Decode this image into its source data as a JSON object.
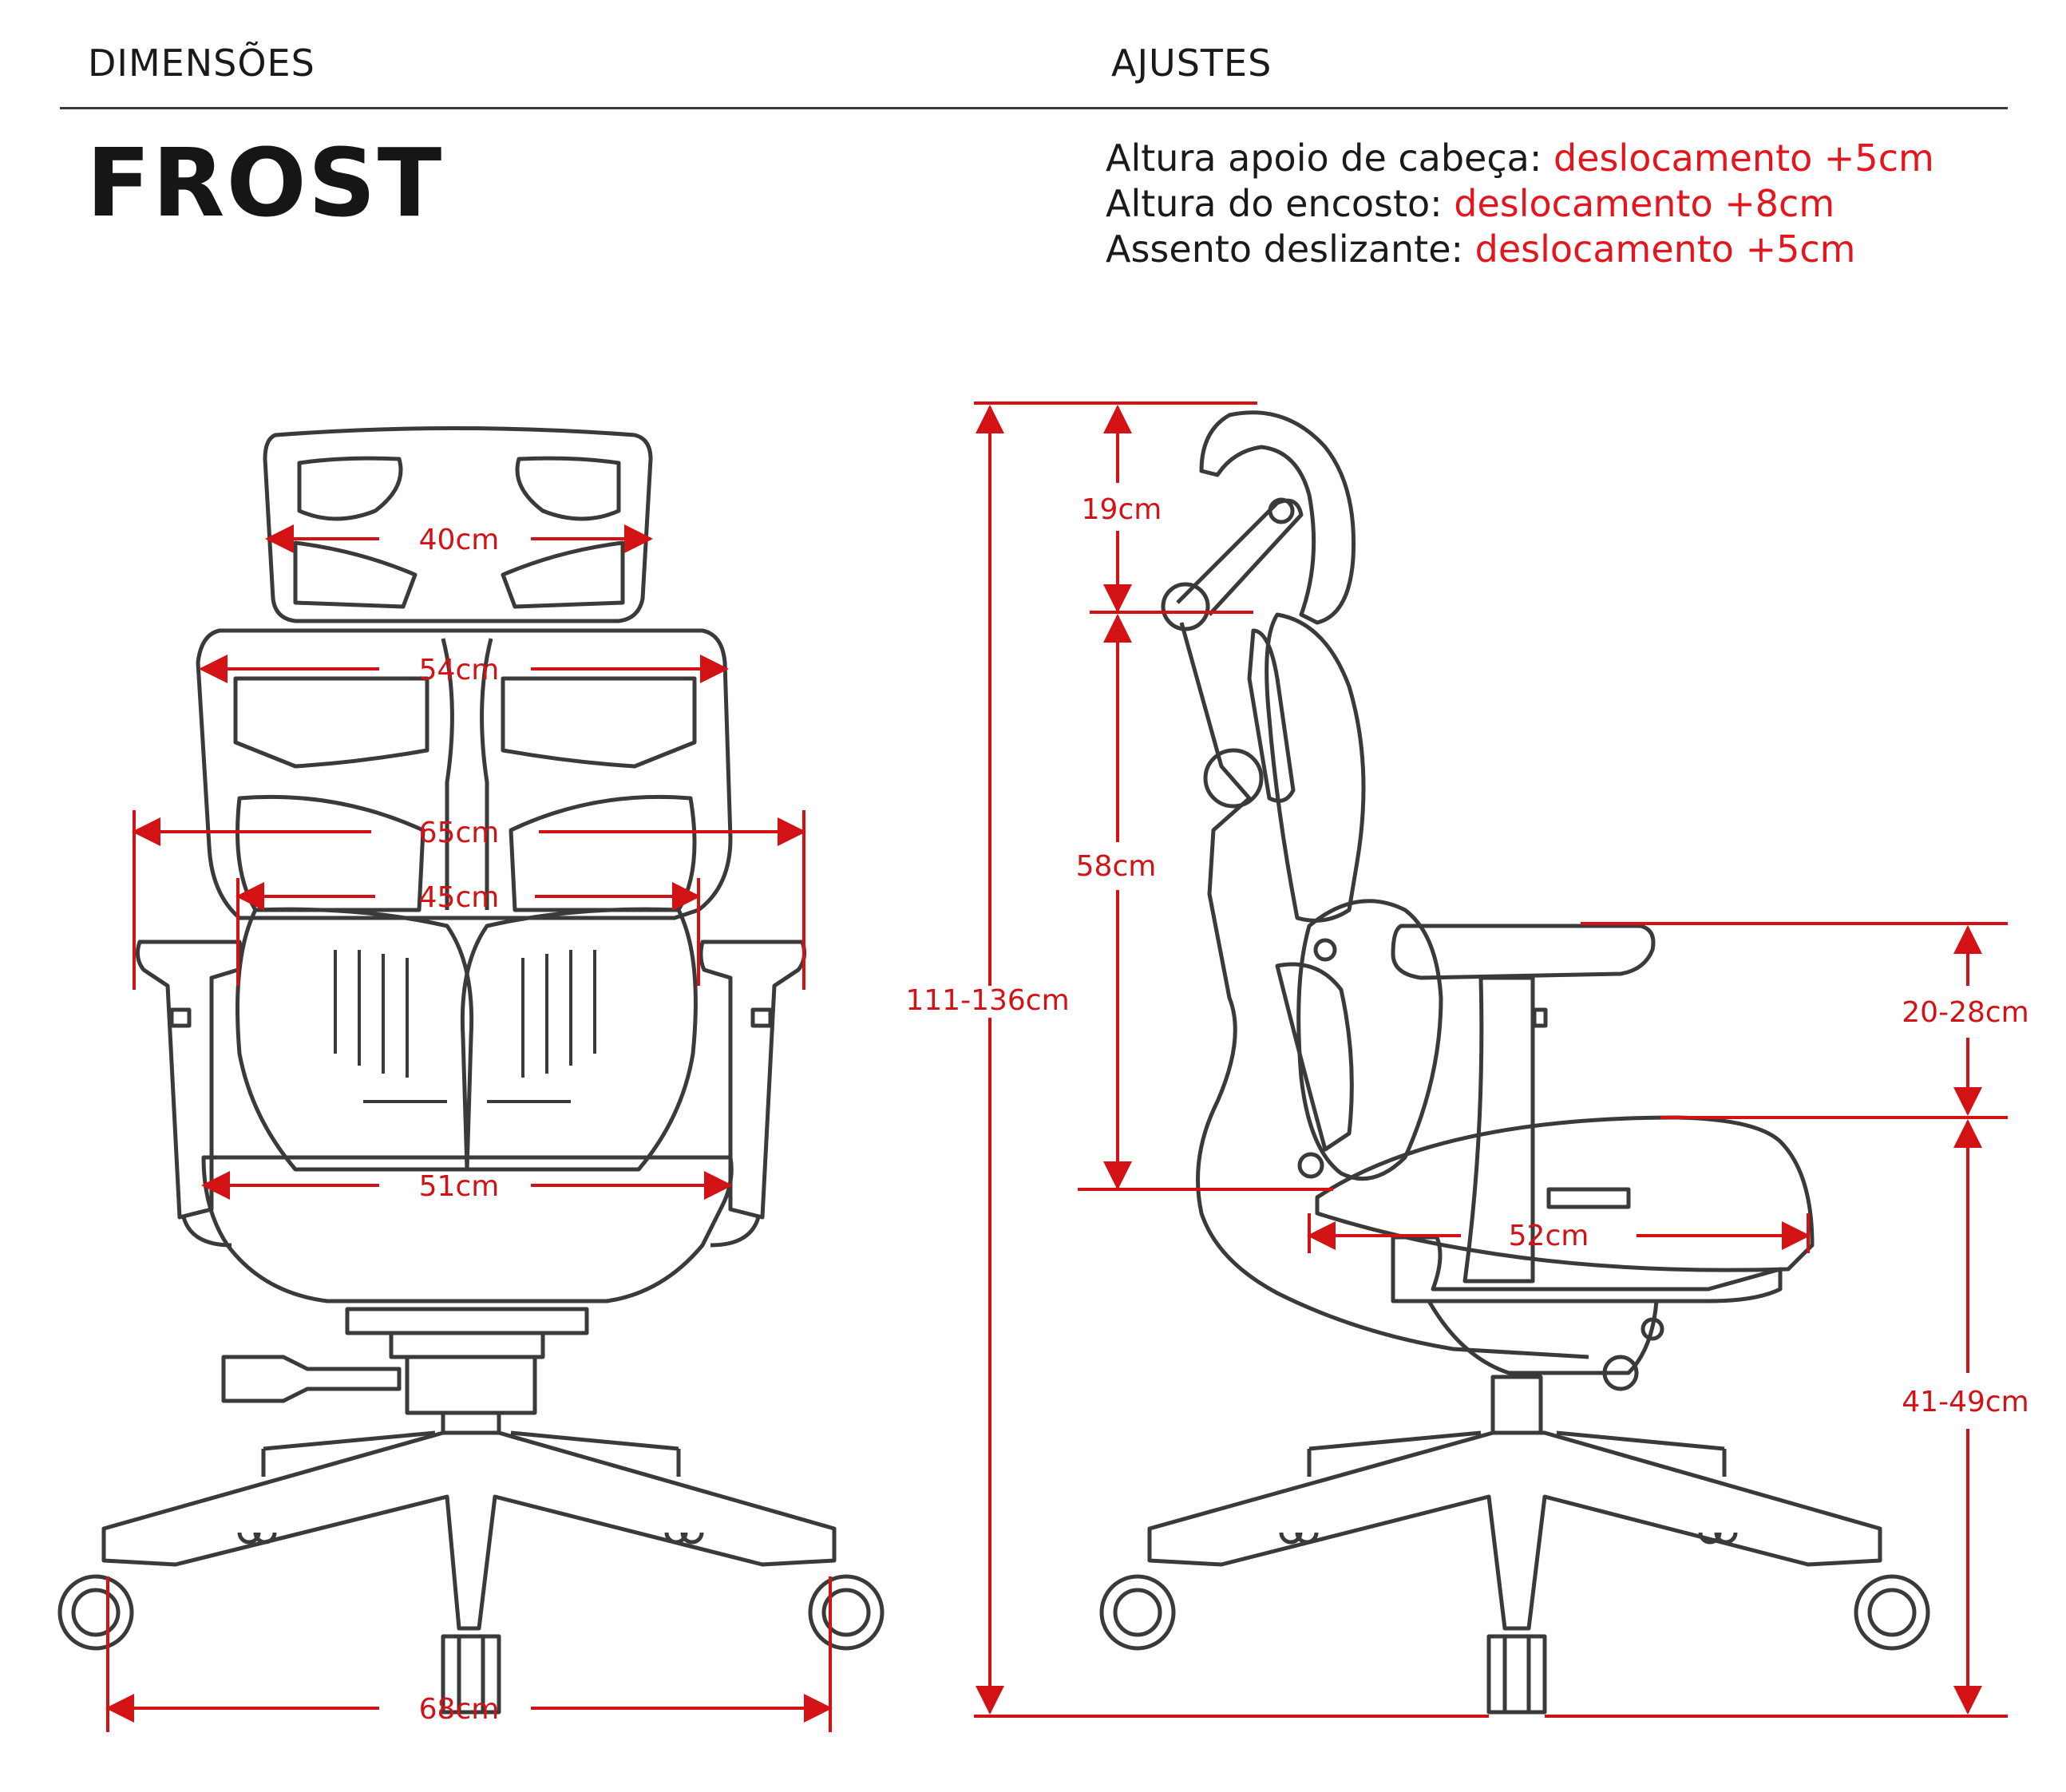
{
  "header": {
    "left_title": "DIMENSÕES",
    "right_title": "AJUSTES"
  },
  "product": {
    "name": "FROST"
  },
  "adjustments": [
    {
      "label": "Altura apoio de cabeça:",
      "value": "deslocamento +5cm"
    },
    {
      "label": "Altura do encosto:",
      "value": "deslocamento +8cm"
    },
    {
      "label": "Assento deslizante:",
      "value": "deslocamento +5cm"
    }
  ],
  "dimensions": {
    "front": {
      "headrest_width": "40cm",
      "backrest_width": "54cm",
      "overall_armrest_width": "65cm",
      "inner_armrest_width": "45cm",
      "seat_width": "51cm",
      "base_width": "68cm"
    },
    "side": {
      "headrest_height": "19cm",
      "backrest_height": "58cm",
      "total_height": "111-136cm",
      "armrest_height": "20-28cm",
      "seat_depth": "52cm",
      "seat_height": "41-49cm"
    }
  },
  "colors": {
    "accent": "#e3161d",
    "line": "#3a3a3a",
    "text": "#1a1a1a"
  }
}
